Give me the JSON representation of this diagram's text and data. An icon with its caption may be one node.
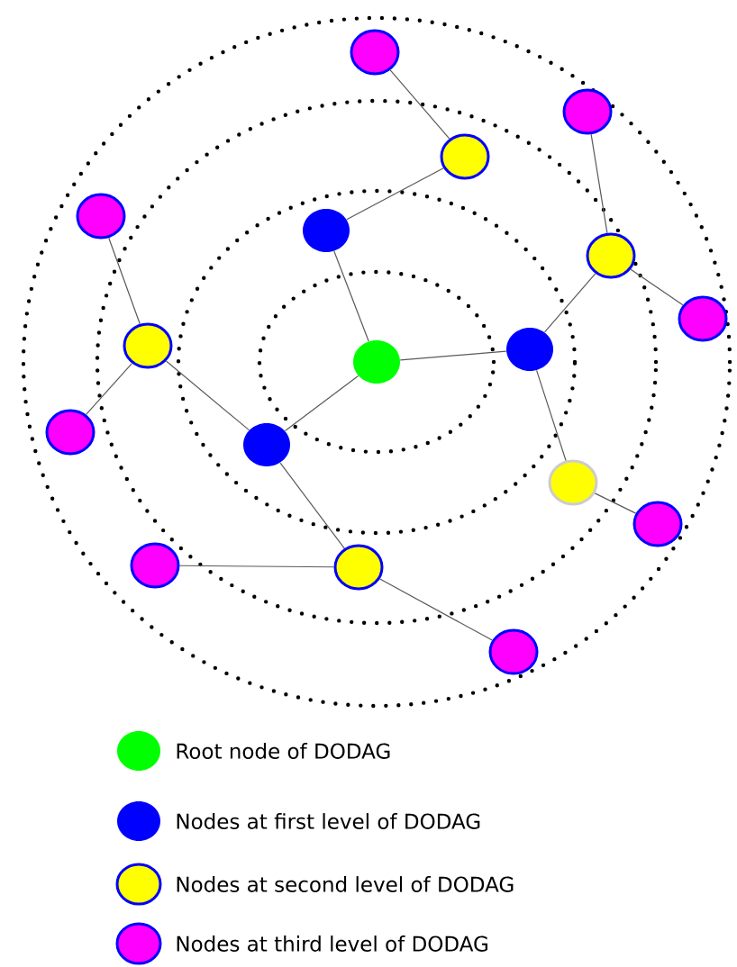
{
  "diagram": {
    "nodes": [
      {
        "text": [],
        "shape": "circle"
      },
      {
        "text": [],
        "shape": "circle"
      },
      {
        "text": [],
        "shape": "circle"
      },
      {
        "text": [],
        "shape": "circle"
      },
      {
        "text": [],
        "shape": "circle"
      },
      {
        "text": [],
        "shape": "circle"
      },
      {
        "text": [],
        "shape": "circle"
      },
      {
        "text": [],
        "shape": "circle"
      },
      {
        "text": [],
        "shape": "circle"
      },
      {
        "text": [],
        "shape": "circle"
      },
      {
        "text": [],
        "shape": "circle"
      },
      {
        "text": [],
        "shape": "circle"
      },
      {
        "text": [],
        "shape": "circle"
      },
      {
        "text": [],
        "shape": "circle"
      },
      {
        "text": [],
        "shape": "circle"
      },
      {
        "text": [],
        "shape": "circle"
      },
      {
        "text": [],
        "shape": "circle"
      }
    ],
    "edges": [
      {
        "from": 0,
        "to": 1,
        "arrow": "none"
      },
      {
        "from": 0,
        "to": 2,
        "arrow": "none"
      },
      {
        "from": 0,
        "to": 3,
        "arrow": "none"
      },
      {
        "from": 1,
        "to": 4,
        "arrow": "none"
      },
      {
        "from": 4,
        "to": 9,
        "arrow": "none"
      },
      {
        "from": 2,
        "to": 5,
        "arrow": "none"
      },
      {
        "from": 5,
        "to": 10,
        "arrow": "none"
      },
      {
        "from": 5,
        "to": 12,
        "arrow": "none"
      },
      {
        "from": 2,
        "to": 7,
        "arrow": "none"
      },
      {
        "from": 7,
        "to": 15,
        "arrow": "none"
      },
      {
        "from": 3,
        "to": 6,
        "arrow": "none"
      },
      {
        "from": 6,
        "to": 11,
        "arrow": "none"
      },
      {
        "from": 6,
        "to": 13,
        "arrow": "none"
      },
      {
        "from": 3,
        "to": 8,
        "arrow": "none"
      },
      {
        "from": 8,
        "to": 14,
        "arrow": "none"
      },
      {
        "from": 8,
        "to": 16,
        "arrow": "none"
      }
    ],
    "legend": [
      {
        "text": "Root node of DODAG",
        "color": "#00ff00"
      },
      {
        "text": "Nodes at first level of DODAG",
        "color": "#0000ff"
      },
      {
        "text": "Nodes at second level of DODAG",
        "color": "#ffff00"
      },
      {
        "text": "Nodes at third level of DODAG",
        "color": "#ff00ff"
      }
    ]
  }
}
